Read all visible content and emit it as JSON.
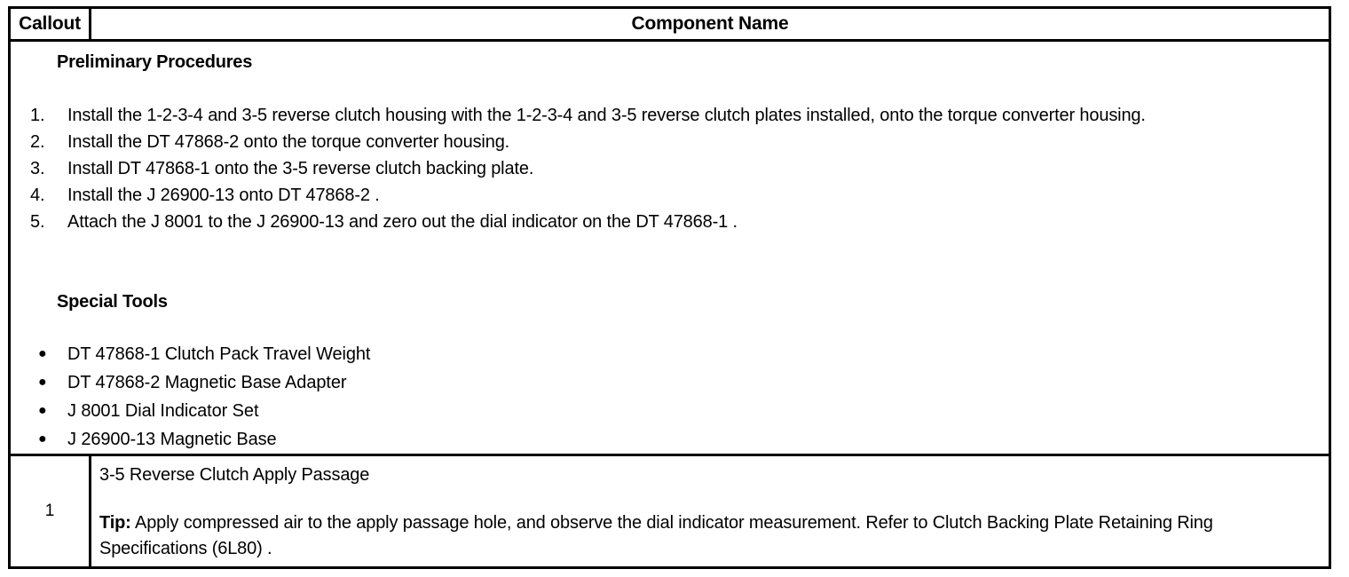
{
  "table": {
    "header": {
      "callout_label": "Callout",
      "component_label": "Component Name"
    },
    "intro": {
      "preliminary_heading": "Preliminary Procedures",
      "steps": [
        {
          "number": "1.",
          "text": "Install the 1-2-3-4 and 3-5 reverse clutch housing with the 1-2-3-4 and 3-5 reverse clutch plates installed, onto the torque converter housing."
        },
        {
          "number": "2.",
          "text": "Install the DT 47868-2 onto the torque converter housing."
        },
        {
          "number": "3.",
          "text": "Install DT 47868-1 onto the 3-5 reverse clutch backing plate."
        },
        {
          "number": "4.",
          "text": "Install the J 26900-13 onto DT 47868-2 ."
        },
        {
          "number": "5.",
          "text": "Attach the J 8001 to the J 26900-13 and zero out the dial indicator on the DT 47868-1 ."
        }
      ],
      "special_tools_heading": "Special Tools",
      "tools": [
        {
          "bullet": "●",
          "text": "DT 47868-1 Clutch Pack Travel Weight"
        },
        {
          "bullet": "●",
          "text": "DT 47868-2 Magnetic Base Adapter"
        },
        {
          "bullet": "●",
          "text": "J 8001 Dial Indicator Set"
        },
        {
          "bullet": "●",
          "text": "J 26900-13 Magnetic Base"
        }
      ]
    },
    "rows": [
      {
        "callout": "1",
        "title": "3-5 Reverse Clutch Apply Passage",
        "tip_label": "Tip:",
        "tip_text": " Apply compressed air to the apply passage hole, and observe the dial indicator measurement. Refer to Clutch Backing Plate Retaining Ring Specifications (6L80) ."
      }
    ]
  },
  "colors": {
    "border": "#000000",
    "background": "#ffffff",
    "text": "#000000"
  }
}
